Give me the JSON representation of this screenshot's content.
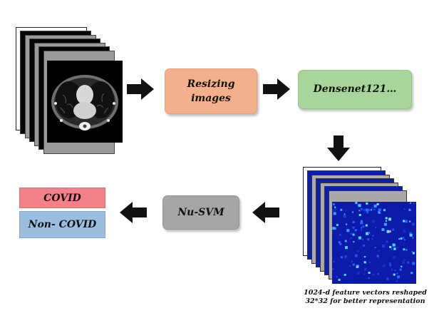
{
  "steps": {
    "resize_label_line1": "Resizing",
    "resize_label_line2": "images",
    "densenet_label": "Densenet121…",
    "classifier_label": "Nu-SVM"
  },
  "outputs": {
    "covid_label": "COVID",
    "noncovid_label": "Non- COVID"
  },
  "feature_caption": {
    "line1": "1024-d feature vectors reshaped",
    "line2": "32*32 for better representation"
  },
  "colors": {
    "resize_box": "#f4b08a",
    "densenet_box": "#a8d69a",
    "svm_box": "#a6a6a6",
    "covid_box": "#f4808a",
    "noncovid_box": "#9bbde0",
    "arrow": "#111111",
    "feature_map": "#0a1fb0"
  },
  "icons": [
    "ct-scan-stack",
    "feature-map-stack",
    "arrow-right",
    "arrow-down",
    "arrow-left"
  ]
}
